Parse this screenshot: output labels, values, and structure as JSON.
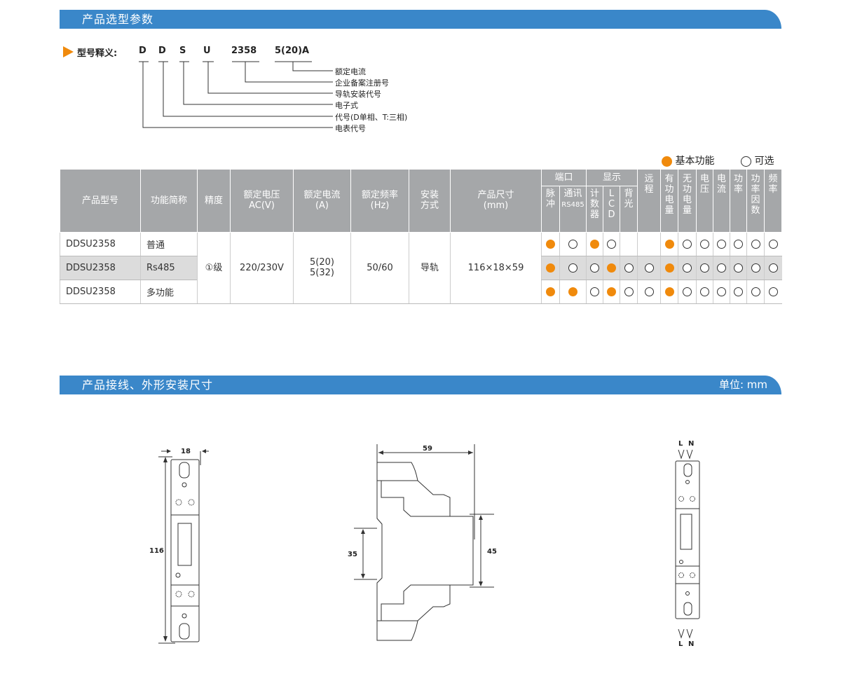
{
  "sections": {
    "selection_title": "产品选型参数",
    "wiring_title": "产品接线、外形安装尺寸",
    "unit": "单位: mm"
  },
  "model": {
    "label": "型号释义:",
    "codes": [
      "D",
      "D",
      "S",
      "U",
      "2358",
      "5(20)A"
    ],
    "explanations": [
      "额定电流",
      "企业备案注册号",
      "导轨安装代号",
      "电子式",
      "代号(D单相、T:三相)",
      "电表代号"
    ]
  },
  "legend": {
    "basic": "基本功能",
    "optional": "可选",
    "colors": {
      "basic": "#f08a0c",
      "banner": "#3a87c9"
    }
  },
  "table": {
    "headers": {
      "model": "产品型号",
      "function": "功能简称",
      "accuracy": "精度",
      "voltage": "额定电压\nAC(V)",
      "current": "额定电流\n(A)",
      "frequency": "额定频率\n(Hz)",
      "install": "安装\n方式",
      "size": "产品尺寸\n(mm)",
      "port": "端口",
      "display": "显示",
      "pulse": "脉\n冲",
      "comm": "通讯",
      "comm_sub": "RS485",
      "counter": "计\n数\n器",
      "lcd": "L\nC\nD",
      "backlight": "背\n光",
      "remote": "远\n程",
      "active": "有\n功\n电\n量",
      "reactive": "无\n功\n电\n量",
      "volt": "电\n压",
      "curr": "电\n流",
      "power": "功\n率",
      "pf": "功\n率\n因\n数",
      "freq": "频\n率"
    },
    "merged": {
      "accuracy": "①级",
      "voltage": "220/230V",
      "current": "5(20)\n5(32)",
      "frequency": "50/60",
      "install": "导轨",
      "size": "116×18×59"
    },
    "rows": [
      {
        "model": "DDSU2358",
        "function": "普通",
        "features": [
          "f",
          "o",
          "f",
          "o",
          "",
          "",
          "f",
          "o",
          "o",
          "o",
          "o",
          "o",
          "o"
        ]
      },
      {
        "model": "DDSU2358",
        "function": "Rs485",
        "features": [
          "f",
          "o",
          "o",
          "f",
          "o",
          "o",
          "f",
          "o",
          "o",
          "o",
          "o",
          "o",
          "o"
        ]
      },
      {
        "model": "DDSU2358",
        "function": "多功能",
        "features": [
          "f",
          "f",
          "o",
          "f",
          "o",
          "o",
          "f",
          "o",
          "o",
          "o",
          "o",
          "o",
          "o"
        ]
      }
    ]
  },
  "drawings": {
    "front_width": "18",
    "front_height": "116",
    "side_width": "59",
    "rail": "35",
    "depth": "45",
    "terminal_L": "L",
    "terminal_N": "N"
  }
}
